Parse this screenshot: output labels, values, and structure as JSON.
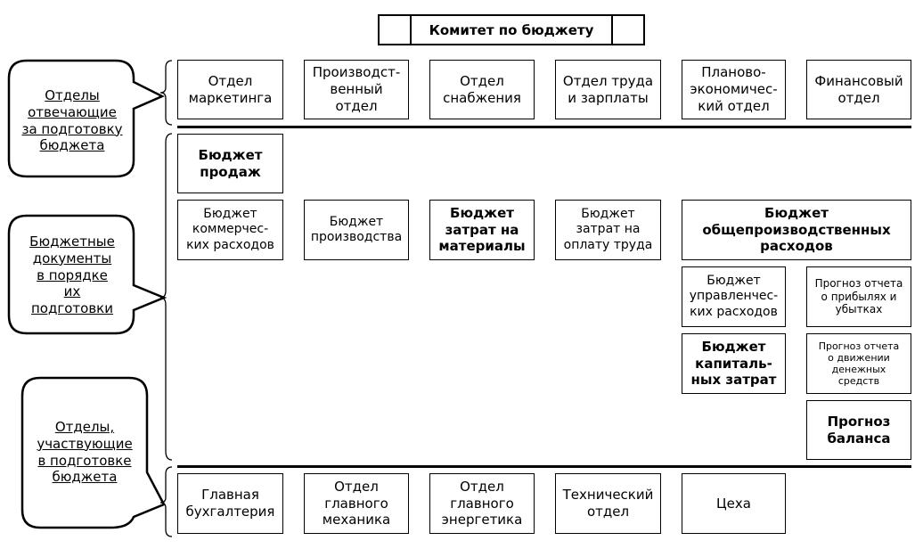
{
  "committee": {
    "title": "Комитет по бюджету"
  },
  "callouts": {
    "responsible": "Отделы\nотвечающие\nза подготовку\nбюджета",
    "documents": "Бюджетные\nдокументы\nв порядке\nих\nподготовки",
    "participating": "Отделы,\nучаствующие\nв подготовке\nбюджета"
  },
  "responsible_departments": [
    "Отдел\nмаркетинга",
    "Производст-\nвенный\nотдел",
    "Отдел\nснабжения",
    "Отдел труда\nи зарплаты",
    "Планово-\nэкономичес-\nкий отдел",
    "Финансовый\nотдел"
  ],
  "budget_documents": {
    "sales": "Бюджет\nпродаж",
    "commercial": "Бюджет\nкоммерчес-\nких расходов",
    "production": "Бюджет\nпроизводства",
    "materials": "Бюджет\nзатрат на\nматериалы",
    "labor": "Бюджет\nзатрат на\nоплату труда",
    "overhead": "Бюджет\nобщепроизводственных\nрасходов",
    "admin": "Бюджет\nуправленчес-\nких расходов",
    "profit_forecast": "Прогноз отчета\nо прибылях и\nубытках",
    "capex": "Бюджет\nкапиталь-\nных затрат",
    "cashflow_forecast": "Прогноз отчета\nо движении\nденежных\nсредств",
    "balance_forecast": "Прогноз\nбаланса"
  },
  "participating_departments": [
    "Главная\nбухгалтерия",
    "Отдел\nглавного\nмеханика",
    "Отдел\nглавного\nэнергетика",
    "Технический\nотдел",
    "Цеха"
  ]
}
